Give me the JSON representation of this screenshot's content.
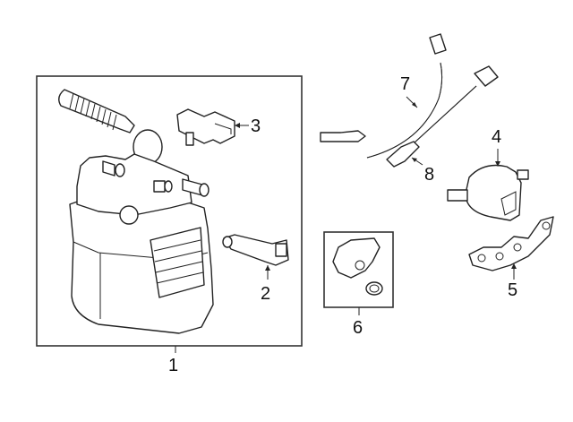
{
  "diagram": {
    "type": "parts-exploded-view",
    "callouts": [
      {
        "id": "1",
        "label": "1",
        "part": "vapor-canister-assembly"
      },
      {
        "id": "2",
        "label": "2",
        "part": "sensor"
      },
      {
        "id": "3",
        "label": "3",
        "part": "vent-solenoid"
      },
      {
        "id": "4",
        "label": "4",
        "part": "purge-valve"
      },
      {
        "id": "5",
        "label": "5",
        "part": "bracket"
      },
      {
        "id": "6",
        "label": "6",
        "part": "sensor-with-o-ring-kit"
      },
      {
        "id": "7",
        "label": "7",
        "part": "upstream-oxygen-sensor"
      },
      {
        "id": "8",
        "label": "8",
        "part": "downstream-oxygen-sensor"
      }
    ]
  }
}
